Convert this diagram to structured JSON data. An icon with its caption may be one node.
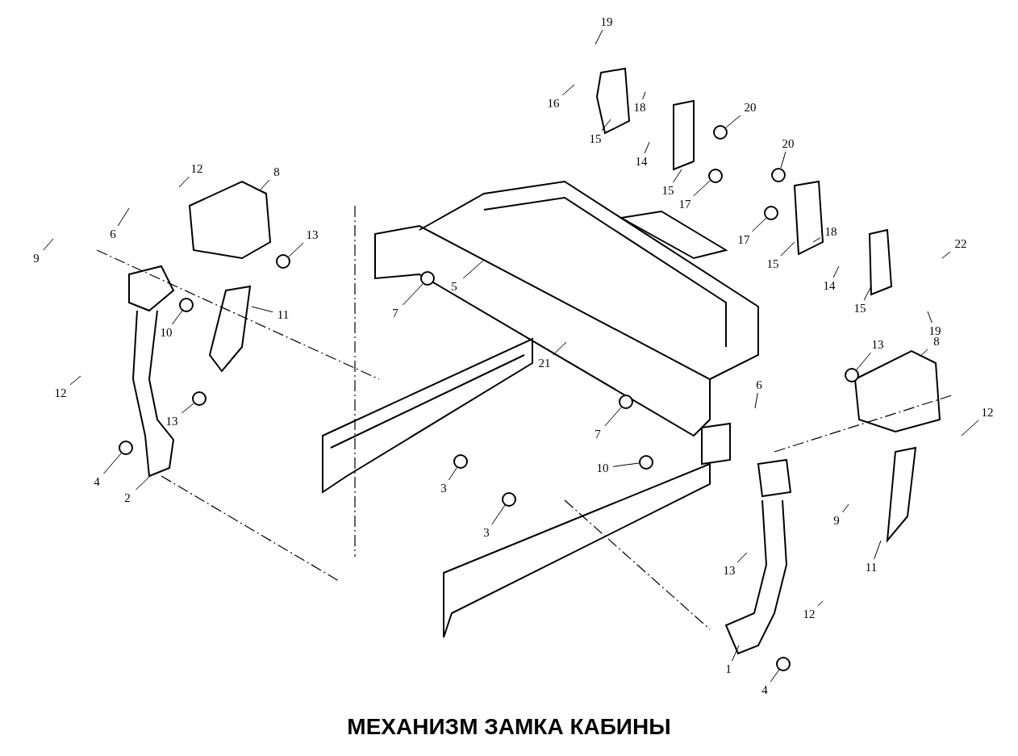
{
  "diagram": {
    "title": "МЕХАНИЗМ ЗАМКА КАБИНЫ",
    "nodes": [
      {
        "text": [
          "19"
        ]
      },
      {
        "text": [
          "16"
        ]
      },
      {
        "text": [
          "18"
        ]
      },
      {
        "text": [
          "20"
        ]
      },
      {
        "text": [
          "15"
        ]
      },
      {
        "text": [
          "14"
        ]
      },
      {
        "text": [
          "15"
        ]
      },
      {
        "text": [
          "17"
        ]
      },
      {
        "text": [
          "20"
        ]
      },
      {
        "text": [
          "12"
        ]
      },
      {
        "text": [
          "8"
        ]
      },
      {
        "text": [
          "6"
        ]
      },
      {
        "text": [
          "9"
        ]
      },
      {
        "text": [
          "13"
        ]
      },
      {
        "text": [
          "17"
        ]
      },
      {
        "text": [
          "18"
        ]
      },
      {
        "text": [
          "22"
        ]
      },
      {
        "text": [
          "15"
        ]
      },
      {
        "text": [
          "5"
        ]
      },
      {
        "text": [
          "14"
        ]
      },
      {
        "text": [
          "7"
        ]
      },
      {
        "text": [
          "10"
        ]
      },
      {
        "text": [
          "11"
        ]
      },
      {
        "text": [
          "15"
        ]
      },
      {
        "text": [
          "19"
        ]
      },
      {
        "text": [
          "21"
        ]
      },
      {
        "text": [
          "13"
        ]
      },
      {
        "text": [
          "8"
        ]
      },
      {
        "text": [
          "12"
        ]
      },
      {
        "text": [
          "13"
        ]
      },
      {
        "text": [
          "6"
        ]
      },
      {
        "text": [
          "12"
        ]
      },
      {
        "text": [
          "7"
        ]
      },
      {
        "text": [
          "4"
        ]
      },
      {
        "text": [
          "10"
        ]
      },
      {
        "text": [
          "2"
        ]
      },
      {
        "text": [
          "3"
        ]
      },
      {
        "text": [
          "9"
        ]
      },
      {
        "text": [
          "3"
        ]
      },
      {
        "text": [
          "11"
        ]
      },
      {
        "text": [
          "13"
        ]
      },
      {
        "text": [
          "12"
        ]
      },
      {
        "text": [
          "1"
        ]
      },
      {
        "text": [
          "4"
        ]
      },
      {
        "text": [],
        "shape": "circle"
      },
      {
        "text": [],
        "shape": "circle"
      },
      {
        "text": [],
        "shape": "circle"
      },
      {
        "text": [],
        "shape": "circle"
      },
      {
        "text": [],
        "shape": "circle"
      },
      {
        "text": [],
        "shape": "circle"
      },
      {
        "text": [],
        "shape": "circle"
      },
      {
        "text": [],
        "shape": "circle"
      },
      {
        "text": [],
        "shape": "circle"
      },
      {
        "text": [],
        "shape": "circle"
      },
      {
        "text": [],
        "shape": "circle"
      },
      {
        "text": [],
        "shape": "circle"
      },
      {
        "text": [],
        "shape": "circle"
      },
      {
        "text": [],
        "shape": "circle"
      },
      {
        "text": [],
        "shape": "circle"
      }
    ],
    "edges": [
      {
        "from": 0,
        "to": null,
        "arrow": "none"
      },
      {
        "from": 1,
        "to": null,
        "arrow": "none"
      },
      {
        "from": 2,
        "to": null,
        "arrow": "none"
      },
      {
        "from": 3,
        "to": 44,
        "arrow": "none"
      },
      {
        "from": 4,
        "to": null,
        "arrow": "none"
      },
      {
        "from": 5,
        "to": null,
        "arrow": "none"
      },
      {
        "from": 6,
        "to": null,
        "arrow": "none"
      },
      {
        "from": 7,
        "to": 45,
        "arrow": "none"
      },
      {
        "from": 8,
        "to": 46,
        "arrow": "none"
      },
      {
        "from": 9,
        "to": null,
        "arrow": "none"
      },
      {
        "from": 10,
        "to": null,
        "arrow": "none"
      },
      {
        "from": 11,
        "to": null,
        "arrow": "none"
      },
      {
        "from": 12,
        "to": null,
        "arrow": "none"
      },
      {
        "from": 13,
        "to": 47,
        "arrow": "none"
      },
      {
        "from": 14,
        "to": 48,
        "arrow": "none"
      },
      {
        "from": 15,
        "to": null,
        "arrow": "none"
      },
      {
        "from": 16,
        "to": null,
        "arrow": "none"
      },
      {
        "from": 17,
        "to": null,
        "arrow": "none"
      },
      {
        "from": 18,
        "to": null,
        "arrow": "none"
      },
      {
        "from": 19,
        "to": null,
        "arrow": "none"
      },
      {
        "from": 20,
        "to": 49,
        "arrow": "none"
      },
      {
        "from": 21,
        "to": 50,
        "arrow": "none"
      },
      {
        "from": 22,
        "to": null,
        "arrow": "none"
      },
      {
        "from": 23,
        "to": null,
        "arrow": "none"
      },
      {
        "from": 24,
        "to": null,
        "arrow": "none"
      },
      {
        "from": 25,
        "to": null,
        "arrow": "none"
      },
      {
        "from": 26,
        "to": 51,
        "arrow": "none"
      },
      {
        "from": 27,
        "to": null,
        "arrow": "none"
      },
      {
        "from": 28,
        "to": null,
        "arrow": "none"
      },
      {
        "from": 29,
        "to": 52,
        "arrow": "none"
      },
      {
        "from": 30,
        "to": null,
        "arrow": "none"
      },
      {
        "from": 31,
        "to": null,
        "arrow": "none"
      },
      {
        "from": 32,
        "to": 53,
        "arrow": "none"
      },
      {
        "from": 33,
        "to": 54,
        "arrow": "none"
      },
      {
        "from": 34,
        "to": 55,
        "arrow": "none"
      },
      {
        "from": 35,
        "to": null,
        "arrow": "none"
      },
      {
        "from": 36,
        "to": 56,
        "arrow": "none"
      },
      {
        "from": 37,
        "to": null,
        "arrow": "none"
      },
      {
        "from": 38,
        "to": 57,
        "arrow": "none"
      },
      {
        "from": 39,
        "to": null,
        "arrow": "none"
      },
      {
        "from": 40,
        "to": null,
        "arrow": "none"
      },
      {
        "from": 41,
        "to": null,
        "arrow": "none"
      },
      {
        "from": 42,
        "to": null,
        "arrow": "none"
      },
      {
        "from": 43,
        "to": 58,
        "arrow": "none"
      }
    ]
  }
}
